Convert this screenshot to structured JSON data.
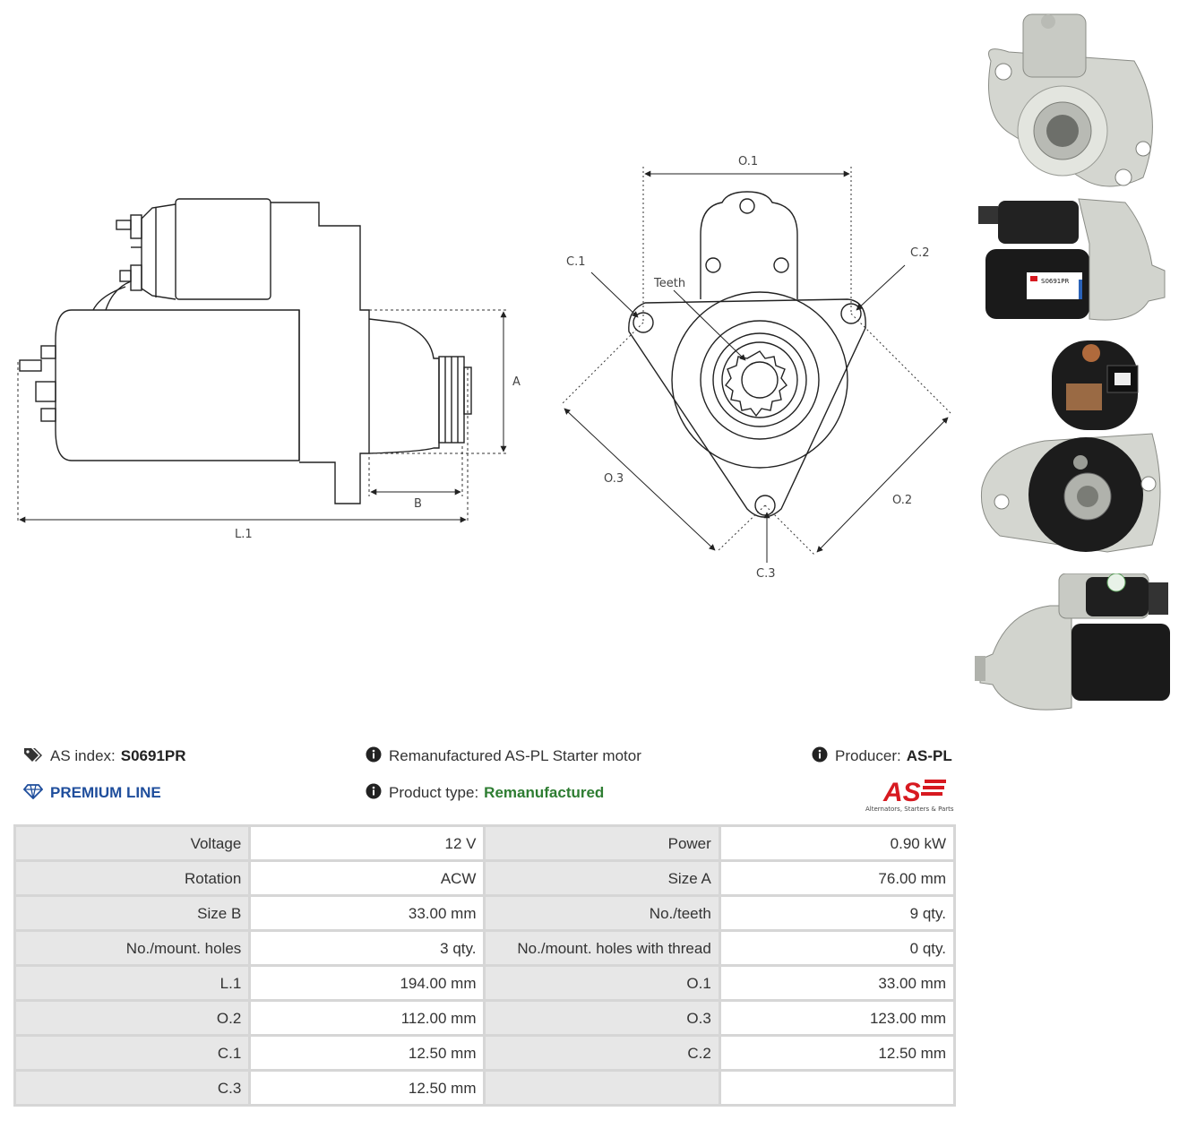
{
  "diagram": {
    "labels": {
      "L1": "L.1",
      "A": "A",
      "B": "B",
      "O1": "O.1",
      "O2": "O.2",
      "O3": "O.3",
      "C1": "C.1",
      "C2": "C.2",
      "C3": "C.3",
      "teeth": "Teeth"
    }
  },
  "photo_badge": "S0691PR",
  "header": {
    "as_index_label": "AS index:",
    "as_index_value": "S0691PR",
    "description": "Remanufactured AS-PL Starter motor",
    "producer_label": "Producer:",
    "producer_value": "AS-PL",
    "premium_line": "PREMIUM LINE",
    "product_type_label": "Product type:",
    "product_type_value": "Remanufactured",
    "logo_text": "AS",
    "logo_tagline": "Alternators, Starters & Parts"
  },
  "colors": {
    "premium": "#1f4e9c",
    "product_type": "#2e7d32",
    "logo_red": "#d71920"
  },
  "specs": [
    [
      "Voltage",
      "12 V",
      "Power",
      "0.90 kW"
    ],
    [
      "Rotation",
      "ACW",
      "Size A",
      "76.00 mm"
    ],
    [
      "Size B",
      "33.00 mm",
      "No./teeth",
      "9 qty."
    ],
    [
      "No./mount. holes",
      "3 qty.",
      "No./mount. holes with thread",
      "0 qty."
    ],
    [
      "L.1",
      "194.00 mm",
      "O.1",
      "33.00 mm"
    ],
    [
      "O.2",
      "112.00 mm",
      "O.3",
      "123.00 mm"
    ],
    [
      "C.1",
      "12.50 mm",
      "C.2",
      "12.50 mm"
    ],
    [
      "C.3",
      "12.50 mm",
      "",
      ""
    ]
  ]
}
